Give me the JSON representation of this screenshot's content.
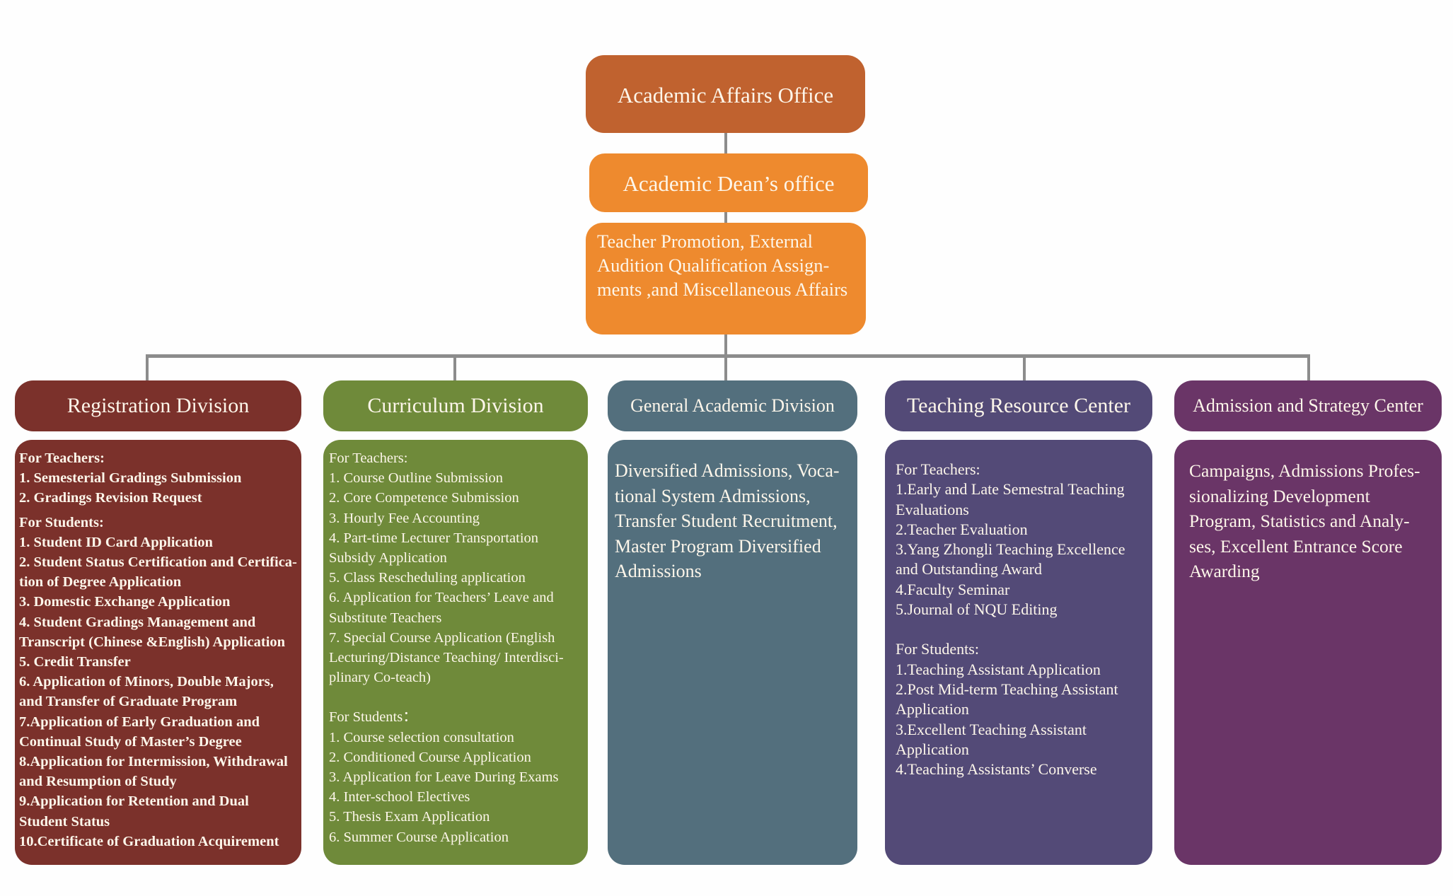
{
  "top": {
    "office": "Academic Affairs Office",
    "dean": "Academic Dean’s office",
    "dean_duties": "Teacher Promotion, External Audition Qualification Assign-ments ,and Miscellaneous Affairs"
  },
  "colors": {
    "office": "#c0622f",
    "dean": "#ee8a2e",
    "connector": "#8c8c8c",
    "registration": "#7b312b",
    "curriculum": "#6f8a3a",
    "general": "#536f7d",
    "teaching": "#534a77",
    "admission": "#6a3567"
  },
  "divisions": {
    "registration": {
      "title": "Registration Division",
      "teachers_label": "For Teachers:",
      "teachers": [
        "1. Semesterial Gradings Submission",
        "2. Gradings Revision Request"
      ],
      "students_label": "For Students:",
      "students": [
        "1. Student ID Card Application",
        "2. Student Status Certification and Certifica-tion of Degree Application",
        "3. Domestic Exchange Application",
        "4. Student Gradings Management and Transcript (Chinese &English) Application",
        "5. Credit Transfer",
        "6. Application of Minors, Double Majors, and Transfer of Graduate Program",
        "7.Application of Early Graduation and Continual Study of Master’s Degree",
        "8.Application for Intermission, Withdrawal and Resumption of Study",
        "9.Application for Retention and Dual Student Status",
        "10.Certificate of Graduation Acquirement"
      ]
    },
    "curriculum": {
      "title": "Curriculum Division",
      "teachers_label": "For Teachers:",
      "teachers": [
        "1. Course Outline Submission",
        "2. Core Competence Submission",
        "3. Hourly Fee Accounting",
        "4. Part-time Lecturer Transportation Subsidy Application",
        "5. Class Rescheduling application",
        "6. Application for Teachers’ Leave and Substitute Teachers",
        "7. Special Course Application (English Lecturing/Distance Teaching/ Interdisci-plinary Co-teach)"
      ],
      "students_label": "For Students：",
      "students": [
        "1. Course selection consultation",
        "2. Conditioned Course Application",
        "3. Application for Leave During Exams",
        "4. Inter-school Electives",
        "5. Thesis Exam Application",
        "6. Summer Course Application"
      ]
    },
    "general": {
      "title": "General Academic Division",
      "description": "Diversified Admissions, Voca-tional System Admissions, Transfer Student Recruitment, Master Program Diversified Admissions"
    },
    "teaching": {
      "title": "Teaching Resource Center",
      "teachers_label": "For Teachers:",
      "teachers": [
        "1.Early and Late Semestral Teaching Evaluations",
        "2.Teacher Evaluation",
        "3.Yang Zhongli Teaching Excellence and Outstanding Award",
        "4.Faculty Seminar",
        "5.Journal of NQU Editing"
      ],
      "students_label": "For Students:",
      "students": [
        "1.Teaching Assistant Application",
        "2.Post Mid-term Teaching Assistant Application",
        "3.Excellent Teaching Assistant Application",
        "4.Teaching Assistants’ Converse"
      ]
    },
    "admission": {
      "title": "Admission and Strategy Center",
      "description": "Campaigns, Admissions Profes-sionalizing Development Program, Statistics and Analy-ses, Excellent Entrance Score Awarding"
    }
  }
}
